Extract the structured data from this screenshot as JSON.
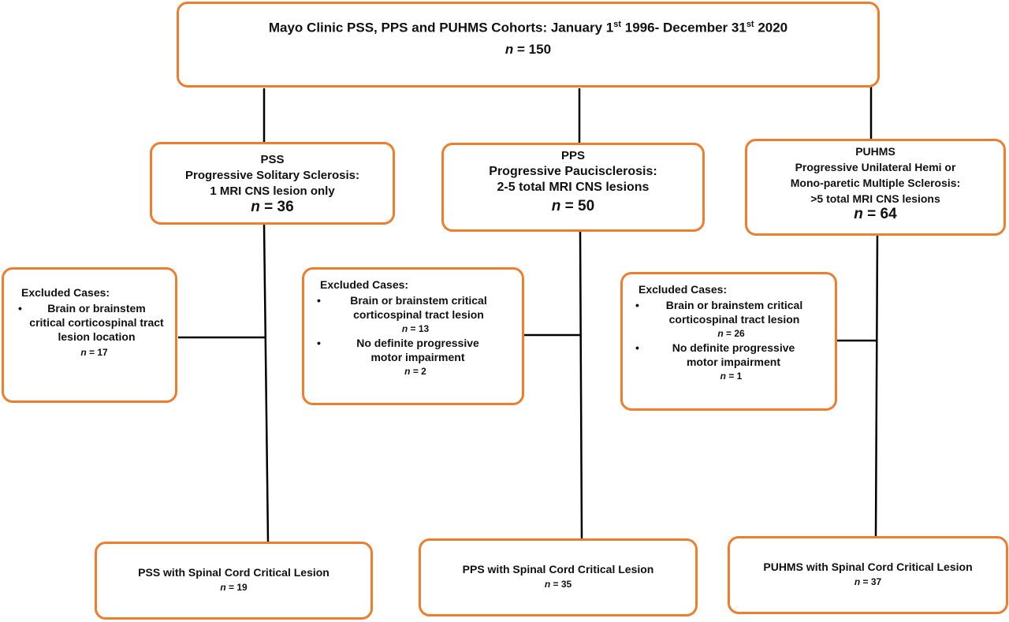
{
  "top": {
    "title_a": "Mayo Clinic PSS, PPS and PUHMS Cohorts: January 1",
    "sup1": "st",
    "title_b": " 1996- December 31",
    "sup2": "st",
    "title_c": " 2020",
    "n_label": "n",
    "n_value": " = 150"
  },
  "cohorts": [
    {
      "abbr": "PSS",
      "line1": "Progressive Solitary Sclerosis:",
      "line2": "1 MRI CNS lesion only",
      "n_label": "n",
      "n_value": " = 36"
    },
    {
      "abbr": "PPS",
      "line1": "Progressive Paucisclerosis:",
      "line2": "2-5 total MRI CNS lesions",
      "n_label": "n",
      "n_value": " = 50"
    },
    {
      "abbr": "PUHMS",
      "line1": "Progressive Unilateral Hemi or",
      "line2": "Mono-paretic Multiple Sclerosis:",
      "line3": ">5 total MRI CNS lesions",
      "n_label": "n",
      "n_value": " = 64"
    }
  ],
  "excluded": [
    {
      "heading": "Excluded Cases:",
      "item1": "Brain or brainstem critical corticospinal tract lesion location",
      "n1": "n = 17"
    },
    {
      "heading": "Excluded Cases:",
      "item1": "Brain or brainstem critical corticospinal  tract lesion",
      "n1": "n = 13",
      "item2": "No definite progressive motor impairment",
      "n2": "n = 2"
    },
    {
      "heading": "Excluded Cases:",
      "item1": "Brain or brainstem critical corticospinal  tract lesion",
      "n1": "n = 26",
      "item2": "No definite progressive motor impairment",
      "n2": "n = 1"
    }
  ],
  "finals": [
    {
      "label": "PSS with Spinal Cord Critical Lesion",
      "n": "n = 19"
    },
    {
      "label": "PPS with Spinal Cord Critical Lesion",
      "n": "n = 35"
    },
    {
      "label": "PUHMS with Spinal Cord Critical Lesion",
      "n": "n = 37"
    }
  ],
  "colors": {
    "box_border": "#ee7d2e",
    "line": "#000000"
  }
}
